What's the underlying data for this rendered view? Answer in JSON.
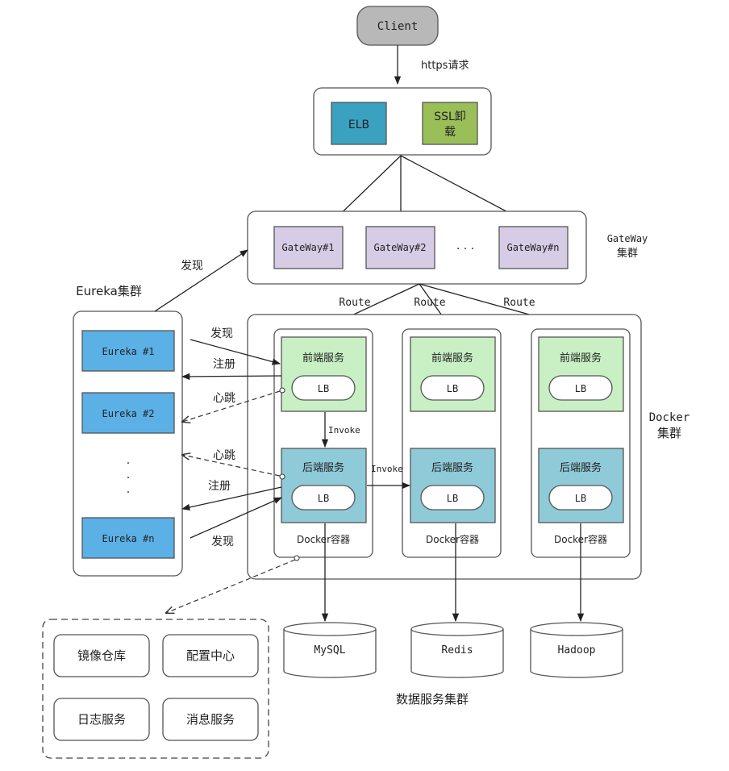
{
  "client": "Client",
  "https_label": "https请求",
  "elb": "ELB",
  "ssl_line1": "SSL卸",
  "ssl_line2": "载",
  "gateway": {
    "g1": "GateWay#1",
    "g2": "GateWay#2",
    "dots": "· · ·",
    "gn": "GateWay#n",
    "cluster_l1": "GateWay",
    "cluster_l2": "集群"
  },
  "route": "Route",
  "eureka": {
    "title": "Eureka集群",
    "e1": "Eureka #1",
    "e2": "Eureka #2",
    "vdots": "·",
    "en": "Eureka #n"
  },
  "edge": {
    "discover": "发现",
    "register": "注册",
    "heartbeat": "心跳",
    "invoke": "Invoke"
  },
  "docker": {
    "frontend": "前端服务",
    "backend": "后端服务",
    "lb": "LB",
    "container": "Docker容器",
    "cluster_l1": "Docker",
    "cluster_l2": "集群"
  },
  "datastores": {
    "mysql": "MySQL",
    "redis": "Redis",
    "hadoop": "Hadoop",
    "cluster": "数据服务集群"
  },
  "infra": {
    "mirror": "镜像仓库",
    "config": "配置中心",
    "log": "日志服务",
    "message": "消息服务"
  }
}
